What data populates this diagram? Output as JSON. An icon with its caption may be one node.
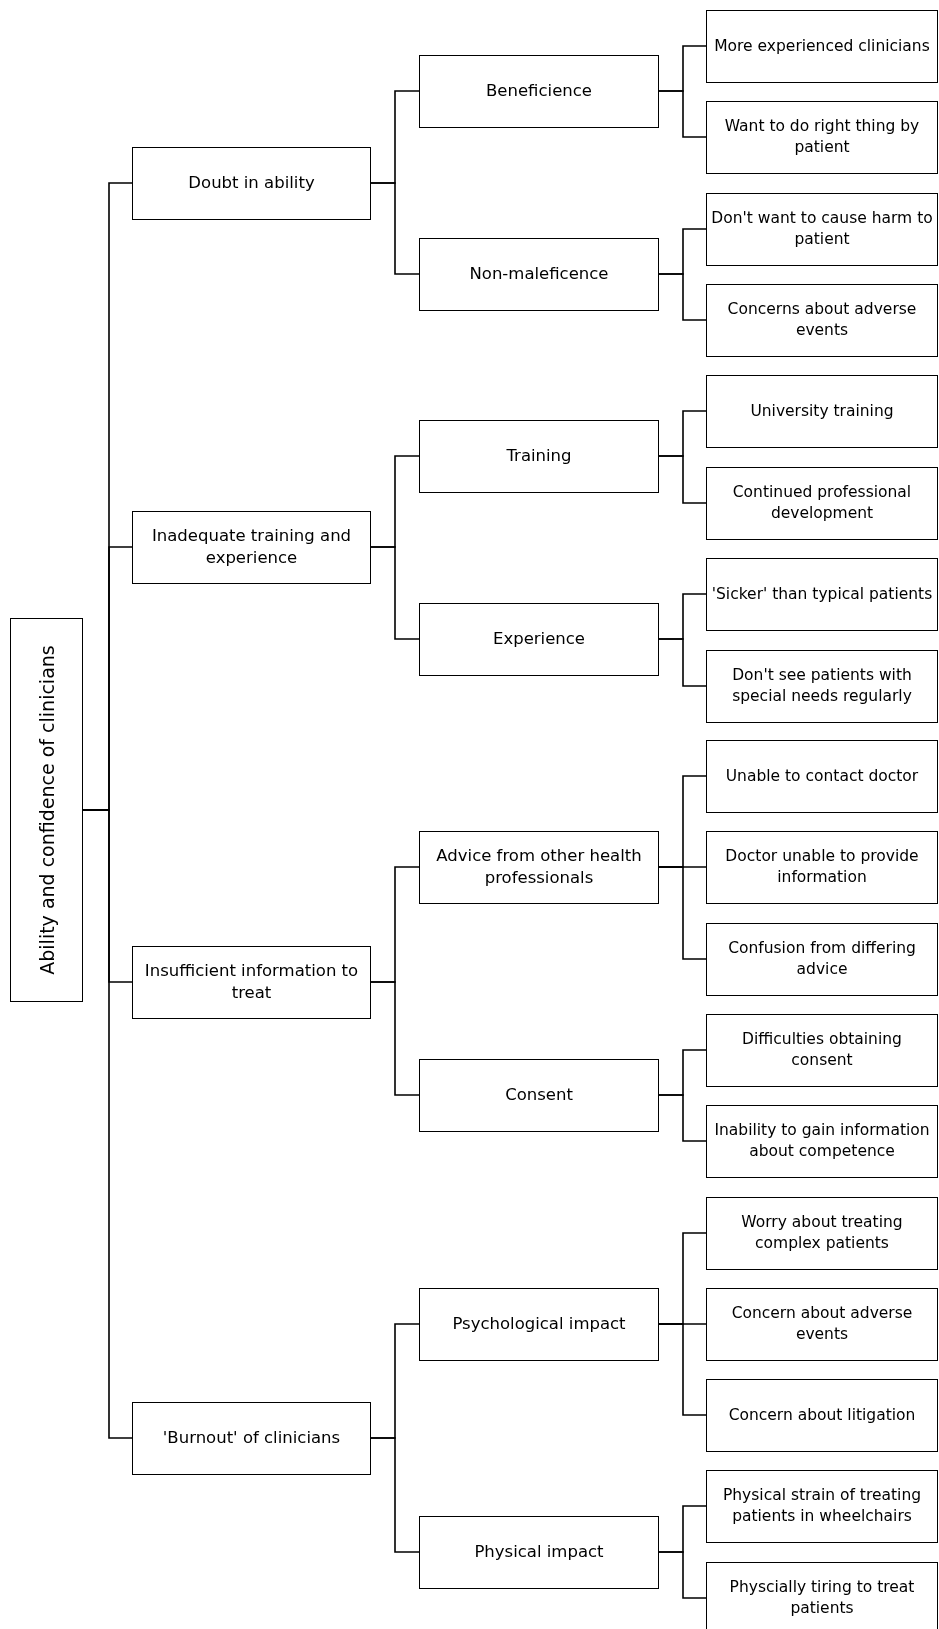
{
  "diagram": {
    "nodes": [
      {
        "text": [
          "Ability and confidence of clinicians"
        ]
      },
      {
        "text": [
          "Doubt in ability"
        ]
      },
      {
        "text": [
          "Beneficience"
        ]
      },
      {
        "text": [
          "More experienced clinicians"
        ]
      },
      {
        "text": [
          "Want to do right thing by patient"
        ]
      },
      {
        "text": [
          "Non-maleficence"
        ]
      },
      {
        "text": [
          "Don't want to cause harm to patient"
        ]
      },
      {
        "text": [
          "Concerns about adverse events"
        ]
      },
      {
        "text": [
          "Inadequate training and experience"
        ]
      },
      {
        "text": [
          "Training"
        ]
      },
      {
        "text": [
          "University training"
        ]
      },
      {
        "text": [
          "Continued professional development"
        ]
      },
      {
        "text": [
          "Experience"
        ]
      },
      {
        "text": [
          "'Sicker' than typical patients"
        ]
      },
      {
        "text": [
          "Don't see patients with special needs regularly"
        ]
      },
      {
        "text": [
          "Insufficient information to treat"
        ]
      },
      {
        "text": [
          "Advice from other health professionals"
        ]
      },
      {
        "text": [
          "Unable to contact doctor"
        ]
      },
      {
        "text": [
          "Doctor unable to provide information"
        ]
      },
      {
        "text": [
          "Confusion from differing advice"
        ]
      },
      {
        "text": [
          "Consent"
        ]
      },
      {
        "text": [
          "Difficulties obtaining consent"
        ]
      },
      {
        "text": [
          "Inability to gain information about competence"
        ]
      },
      {
        "text": [
          "'Burnout' of clinicians"
        ]
      },
      {
        "text": [
          "Psychological impact"
        ]
      },
      {
        "text": [
          "Worry about treating complex patients"
        ]
      },
      {
        "text": [
          "Concern about adverse events"
        ]
      },
      {
        "text": [
          "Concern about litigation"
        ]
      },
      {
        "text": [
          "Physical impact"
        ]
      },
      {
        "text": [
          "Physical strain of treating patients in wheelchairs"
        ]
      },
      {
        "text": [
          "Physcially tiring to treat patients"
        ]
      }
    ],
    "edges": [
      {
        "from": 0,
        "to": 1,
        "arrow": "none"
      },
      {
        "from": 0,
        "to": 8,
        "arrow": "none"
      },
      {
        "from": 0,
        "to": 15,
        "arrow": "none"
      },
      {
        "from": 0,
        "to": 23,
        "arrow": "none"
      },
      {
        "from": 1,
        "to": 2,
        "arrow": "none"
      },
      {
        "from": 1,
        "to": 5,
        "arrow": "none"
      },
      {
        "from": 2,
        "to": 3,
        "arrow": "none"
      },
      {
        "from": 2,
        "to": 4,
        "arrow": "none"
      },
      {
        "from": 5,
        "to": 6,
        "arrow": "none"
      },
      {
        "from": 5,
        "to": 7,
        "arrow": "none"
      },
      {
        "from": 8,
        "to": 9,
        "arrow": "none"
      },
      {
        "from": 8,
        "to": 12,
        "arrow": "none"
      },
      {
        "from": 9,
        "to": 10,
        "arrow": "none"
      },
      {
        "from": 9,
        "to": 11,
        "arrow": "none"
      },
      {
        "from": 12,
        "to": 13,
        "arrow": "none"
      },
      {
        "from": 12,
        "to": 14,
        "arrow": "none"
      },
      {
        "from": 15,
        "to": 16,
        "arrow": "none"
      },
      {
        "from": 15,
        "to": 20,
        "arrow": "none"
      },
      {
        "from": 16,
        "to": 17,
        "arrow": "none"
      },
      {
        "from": 16,
        "to": 18,
        "arrow": "none"
      },
      {
        "from": 16,
        "to": 19,
        "arrow": "none"
      },
      {
        "from": 20,
        "to": 21,
        "arrow": "none"
      },
      {
        "from": 20,
        "to": 22,
        "arrow": "none"
      },
      {
        "from": 23,
        "to": 24,
        "arrow": "none"
      },
      {
        "from": 23,
        "to": 28,
        "arrow": "none"
      },
      {
        "from": 24,
        "to": 25,
        "arrow": "none"
      },
      {
        "from": 24,
        "to": 26,
        "arrow": "none"
      },
      {
        "from": 24,
        "to": 27,
        "arrow": "none"
      },
      {
        "from": 28,
        "to": 29,
        "arrow": "none"
      },
      {
        "from": 28,
        "to": 30,
        "arrow": "none"
      }
    ]
  }
}
